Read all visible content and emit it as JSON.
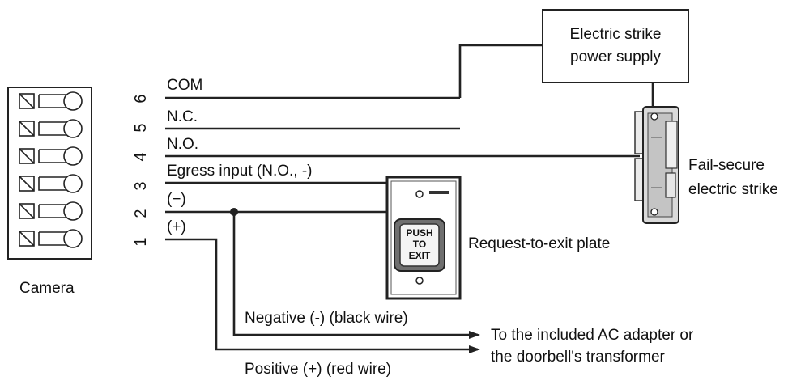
{
  "camera": {
    "label": "Camera",
    "terminals": [
      "1",
      "2",
      "3",
      "4",
      "5",
      "6"
    ]
  },
  "wires": {
    "com": "COM",
    "nc": "N.C.",
    "no": "N.O.",
    "egress": "Egress input (N.O., -)",
    "minus": "(−)",
    "plus": "(+)"
  },
  "power_supply": {
    "line1": "Electric strike",
    "line2": "power supply"
  },
  "strike": {
    "line1": "Fail-secure",
    "line2": "electric strike"
  },
  "exit_plate": {
    "button_line1": "PUSH",
    "button_line2": "TO",
    "button_line3": "EXIT",
    "label": "Request-to-exit plate"
  },
  "adapter": {
    "negative": "Negative (-) (black wire)",
    "positive": "Positive (+) (red wire)",
    "line1": "To the included AC adapter or",
    "line2": "the doorbell's transformer"
  }
}
